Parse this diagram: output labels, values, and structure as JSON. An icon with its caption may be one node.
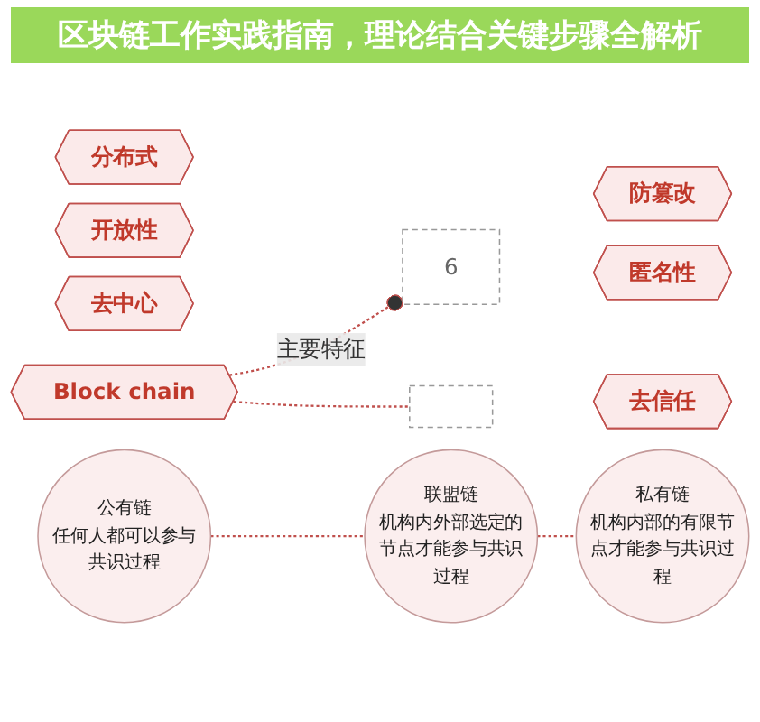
{
  "diagram": {
    "title": "区块链工作实践指南，理论结合关键步骤全解析",
    "nodes": [
      {
        "text": [
          "Block chain"
        ]
      },
      {
        "text": [
          "去中心"
        ]
      },
      {
        "text": [
          "开放性"
        ]
      },
      {
        "text": [
          "分布式"
        ]
      },
      {
        "text": [
          "6"
        ]
      },
      {
        "text": [
          "防篡改"
        ]
      },
      {
        "text": [
          "匿名性"
        ]
      },
      {
        "text": [
          "去信任"
        ]
      },
      {
        "text": [],
        "shape": "box"
      },
      {
        "text": [
          "公有链",
          "任何人都可以参与共识过程"
        ]
      },
      {
        "text": [
          "联盟链",
          "机构内外部选定的节点才能参与共识过程"
        ]
      },
      {
        "text": [
          "私有链",
          "机构内部的有限节点才能参与共识过程"
        ]
      }
    ],
    "edges": [
      {
        "from": 0,
        "to": 4,
        "arrow": "other",
        "label": "主要特征",
        "style": "dashed"
      },
      {
        "from": 0,
        "to": 8,
        "arrow": "none",
        "style": "dashed"
      },
      {
        "from": 9,
        "to": 10,
        "arrow": "none",
        "style": "dashed"
      },
      {
        "from": 10,
        "to": 11,
        "arrow": "none",
        "style": "dashed"
      }
    ]
  }
}
